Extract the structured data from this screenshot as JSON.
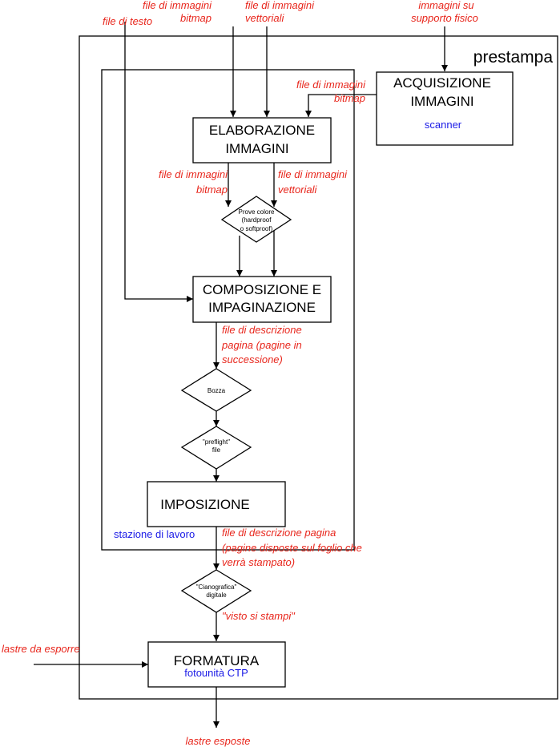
{
  "frames": {
    "prestampa": "prestampa",
    "workstation": "stazione di lavoro"
  },
  "boxes": {
    "acquisizione": {
      "line1": "ACQUISIZIONE",
      "line2": "IMMAGINI",
      "sub": "scanner"
    },
    "elaborazione": {
      "line1": "ELABORAZIONE",
      "line2": "IMMAGINI"
    },
    "composizione": {
      "line1": "COMPOSIZIONE E",
      "line2": "IMPAGINAZIONE"
    },
    "imposizione": {
      "line1": "IMPOSIZIONE"
    },
    "formatura": {
      "line1": "FORMATURA",
      "sub": "fotounità CTP"
    }
  },
  "decisions": {
    "prove": {
      "line1": "Prove colore",
      "line2": "(hardproof",
      "line3": "o softproof)"
    },
    "bozza": {
      "line1": "Bozza"
    },
    "preflight": {
      "line1": "\"preflight\"",
      "line2": "file"
    },
    "cianografica": {
      "line1": "\"Cianografica\"",
      "line2": "digitale"
    }
  },
  "labels": {
    "testo": "file di testo",
    "bitmap_top": {
      "line1": "file di immagini",
      "line2": "bitmap"
    },
    "vettoriali_top": {
      "line1": "file di immagini",
      "line2": "vettoriali"
    },
    "supporto": {
      "line1": "immagini su",
      "line2": "supporto fisico"
    },
    "bitmap_scan": {
      "line1": "file di immagini",
      "line2": "bitmap"
    },
    "bitmap_mid": {
      "line1": "file di immagini",
      "line2": "bitmap"
    },
    "vettoriali_mid": {
      "line1": "file di immagini",
      "line2": "vettoriali"
    },
    "descr_pagina": {
      "line1": "file di descrizione",
      "line2": "pagina (pagine in",
      "line3": "successione)"
    },
    "descr_foglio": {
      "line1": "file di descrizione pagina",
      "line2": "(pagine disposte sul foglio che",
      "line3": "verrà stampato)"
    },
    "visto": "\"visto si stampi\"",
    "lastre_esporre": "lastre da esporre",
    "lastre_esposte": "lastre esposte"
  }
}
